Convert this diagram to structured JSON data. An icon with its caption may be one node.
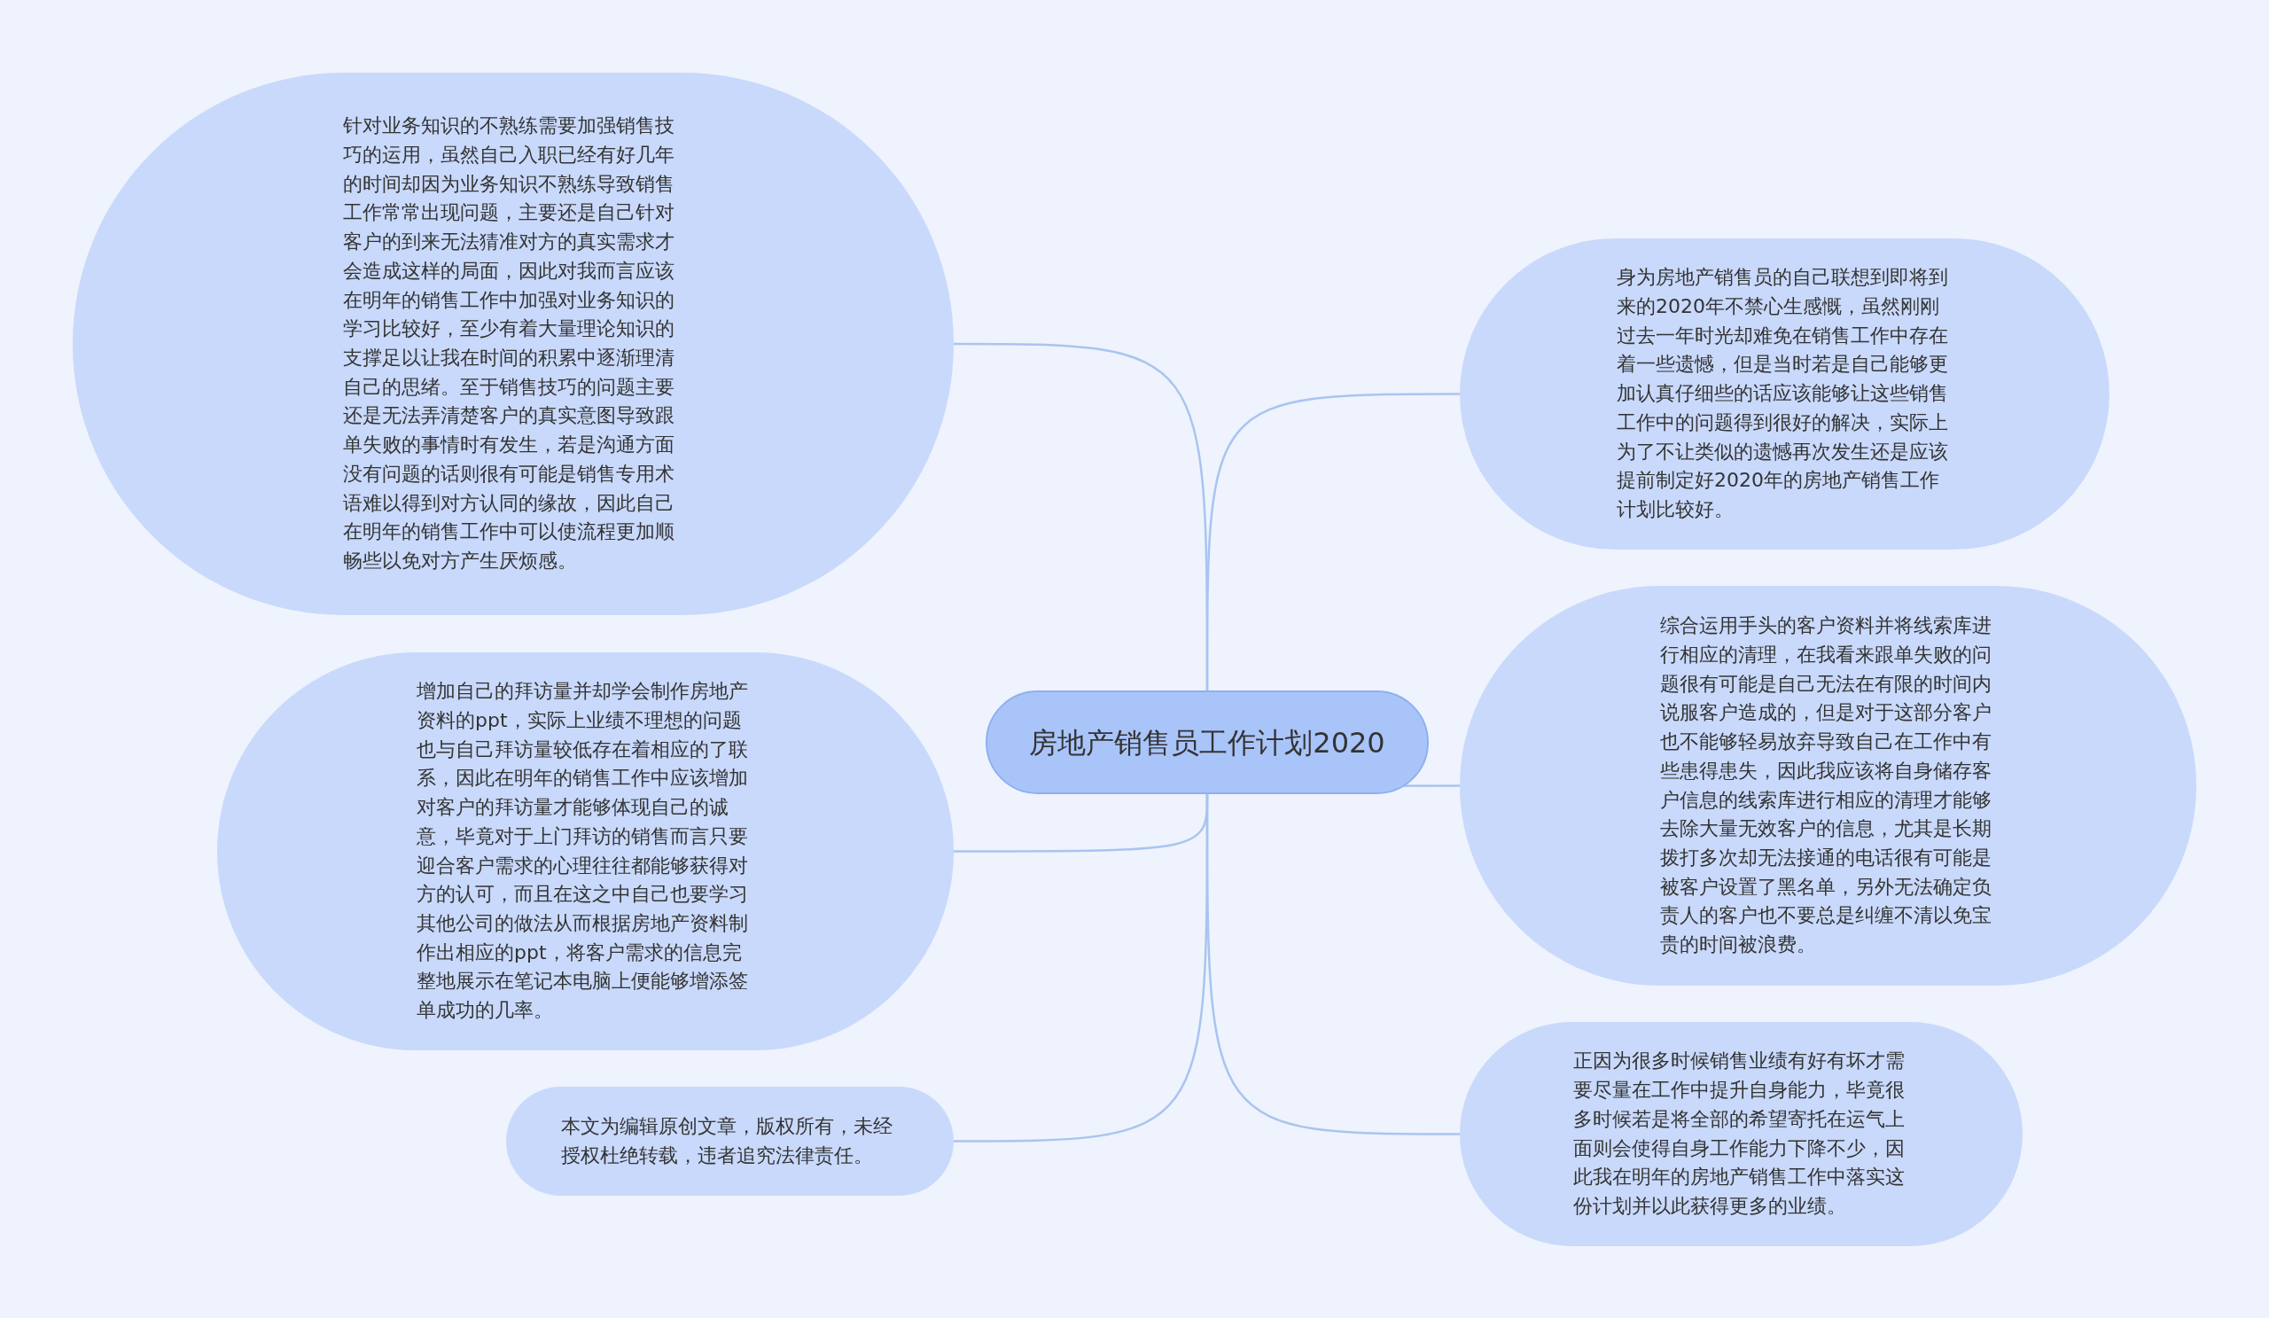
{
  "diagram": {
    "nodes": [
      {
        "text": [
          "房地产销售员工作计划2020"
        ]
      },
      {
        "text": [
          "针对业务知识的不熟练需要加强销售技巧的运用，虽然自己入职已经有好几年的时间却因为业务知识不熟练导致销售工作常常出现问题，主要还是自己针对客户的到来无法猜准对方的真实需求才会造成这样的局面，因此对我而言应该在明年的销售工作中加强对业务知识的学习比较好，至少有着大量理论知识的支撑足以让我在时间的积累中逐渐理清自己的思绪。至于销售技巧的问题主要还是无法弄清楚客户的真实意图导致跟单失败的事情时有发生，若是沟通方面没有问题的话则很有可能是销售专用术语难以得到对方认同的缘故，因此自己在明年的销售工作中可以使流程更加顺畅些以免对方产生厌烦感。"
        ]
      },
      {
        "text": [
          "身为房地产销售员的自己联想到即将到来的2020年不禁心生感慨，虽然刚刚过去一年时光却难免在销售工作中存在着一些遗憾，但是当时若是自己能够更加认真仔细些的话应该能够让这些销售工作中的问题得到很好的解决，实际上为了不让类似的遗憾再次发生还是应该提前制定好2020年的房地产销售工作计划比较好。"
        ]
      },
      {
        "text": [
          "增加自己的拜访量并却学会制作房地产资料的ppt，实际上业绩不理想的问题也与自己拜访量较低存在着相应的了联系，因此在明年的销售工作中应该增加对客户的拜访量才能够体现自己的诚意，毕竟对于上门拜访的销售而言只要迎合客户需求的心理往往都能够获得对方的认可，而且在这之中自己也要学习其他公司的做法从而根据房地产资料制作出相应的ppt，将客户需求的信息完整地展示在笔记本电脑上便能够增添签单成功的几率。"
        ]
      },
      {
        "text": [
          "综合运用手头的客户资料并将线索库进行相应的清理，在我看来跟单失败的问题很有可能是自己无法在有限的时间内说服客户造成的，但是对于这部分客户也不能够轻易放弃导致自己在工作中有些患得患失，因此我应该将自身储存客户信息的线索库进行相应的清理才能够去除大量无效客户的信息，尤其是长期拨打多次却无法接通的电话很有可能是被客户设置了黑名单，另外无法确定负责人的客户也不要总是纠缠不清以免宝贵的时间被浪费。"
        ]
      },
      {
        "text": [
          "本文为编辑原创文章，版权所有，未经授权杜绝转载，违者追究法律责任。"
        ]
      },
      {
        "text": [
          "正因为很多时候销售业绩有好有坏才需要尽量在工作中提升自身能力，毕竟很多时候若是将全部的希望寄托在运气上面则会使得自身工作能力下降不少，因此我在明年的房地产销售工作中落实这份计划并以此获得更多的业绩。"
        ]
      }
    ],
    "edges": [
      {
        "from": 0,
        "to": 1,
        "arrow": "none"
      },
      {
        "from": 0,
        "to": 2,
        "arrow": "none"
      },
      {
        "from": 0,
        "to": 3,
        "arrow": "none"
      },
      {
        "from": 0,
        "to": 4,
        "arrow": "none"
      },
      {
        "from": 0,
        "to": 5,
        "arrow": "none"
      },
      {
        "from": 0,
        "to": 6,
        "arrow": "none"
      }
    ]
  }
}
